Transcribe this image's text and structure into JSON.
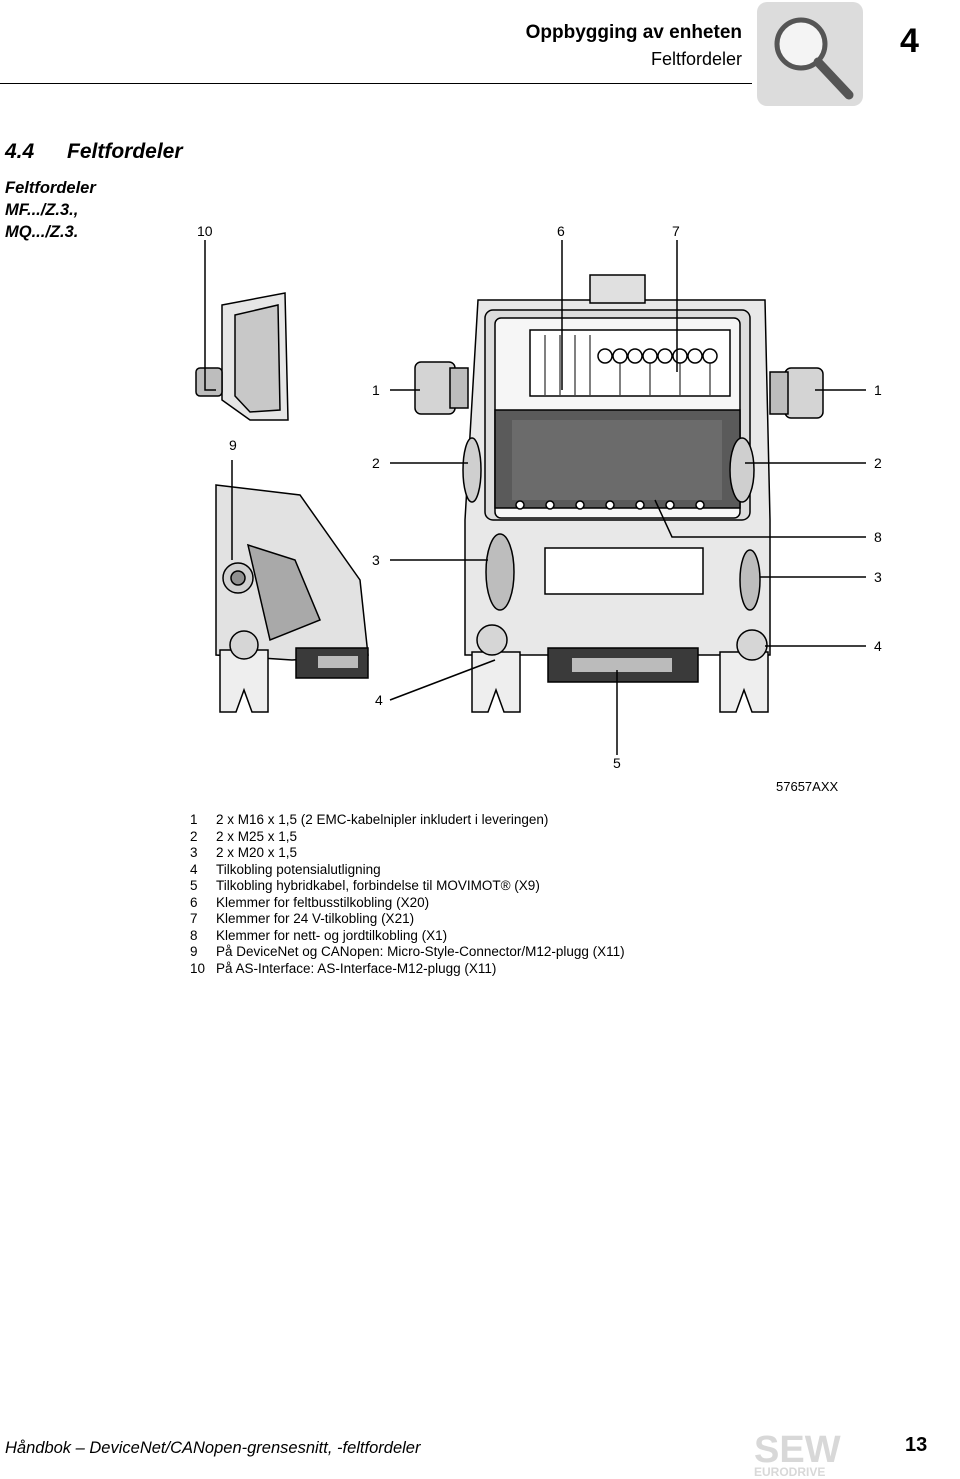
{
  "header": {
    "title": "Oppbygging av enheten",
    "subtitle": "Feltfordeler",
    "chapter": "4"
  },
  "section": {
    "number": "4.4",
    "title": "Feltfordeler"
  },
  "sidebar_label": {
    "line1": "Feltfordeler",
    "line2": "MF.../Z.3.,",
    "line3": "MQ.../Z.3."
  },
  "figure": {
    "id": "57657AXX",
    "callouts": {
      "c10": "10",
      "c6": "6",
      "c7": "7",
      "c1l": "1",
      "c1r": "1",
      "c9": "9",
      "c2l": "2",
      "c2r": "2",
      "c8": "8",
      "c3l": "3",
      "c3r": "3",
      "c4r": "4",
      "c4l": "4",
      "c5": "5"
    }
  },
  "legend": [
    {
      "num": "1",
      "text": "2 x M16 x 1,5 (2 EMC-kabelnipler inkludert i leveringen)"
    },
    {
      "num": "2",
      "text": "2 x M25 x 1,5"
    },
    {
      "num": "3",
      "text": "2 x M20 x 1,5"
    },
    {
      "num": "4",
      "text": "Tilkobling potensialutligning"
    },
    {
      "num": "5",
      "text": "Tilkobling hybridkabel, forbindelse til MOVIMOT® (X9)"
    },
    {
      "num": "6",
      "text": "Klemmer for feltbusstilkobling (X20)"
    },
    {
      "num": "7",
      "text": "Klemmer for 24 V-tilkobling (X21)"
    },
    {
      "num": "8",
      "text": "Klemmer for nett- og jordtilkobling (X1)"
    },
    {
      "num": "9",
      "text": "På DeviceNet og CANopen: Micro-Style-Connector/M12-plugg (X11)"
    },
    {
      "num": "10",
      "text": "På AS-Interface: AS-Interface-M12-plugg (X11)"
    }
  ],
  "footer": {
    "text": "Håndbok – DeviceNet/CANopen-grensesnitt, -feltfordeler",
    "page": "13",
    "logo_text": "SEW",
    "logo_subtext": "EURODRIVE"
  }
}
